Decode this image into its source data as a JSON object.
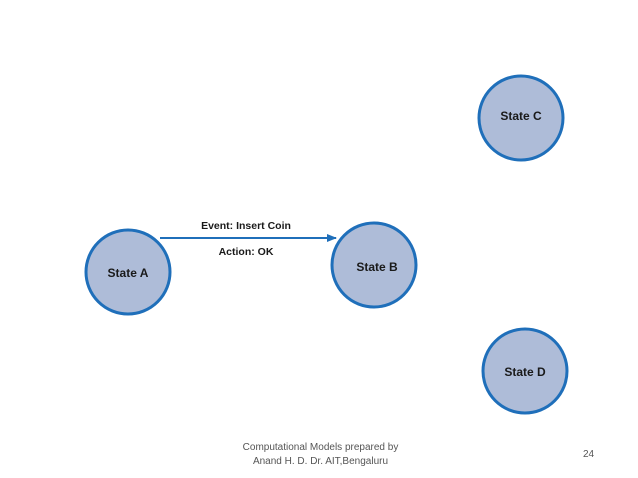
{
  "diagram": {
    "states": [
      {
        "label": "State A"
      },
      {
        "label": "State B"
      },
      {
        "label": "State C"
      },
      {
        "label": "State D"
      }
    ],
    "transition": {
      "from": "State A",
      "to": "State B",
      "event": "Event: Insert Coin",
      "action": "Action: OK"
    },
    "colors": {
      "node_fill": "#aebcd8",
      "node_stroke": "#1f6fba",
      "arrow": "#1f6fba"
    }
  },
  "footer": {
    "line1": "Computational Models prepared by",
    "line2": "Anand H. D.   Dr. AIT,Bengaluru"
  },
  "page_number": "24"
}
